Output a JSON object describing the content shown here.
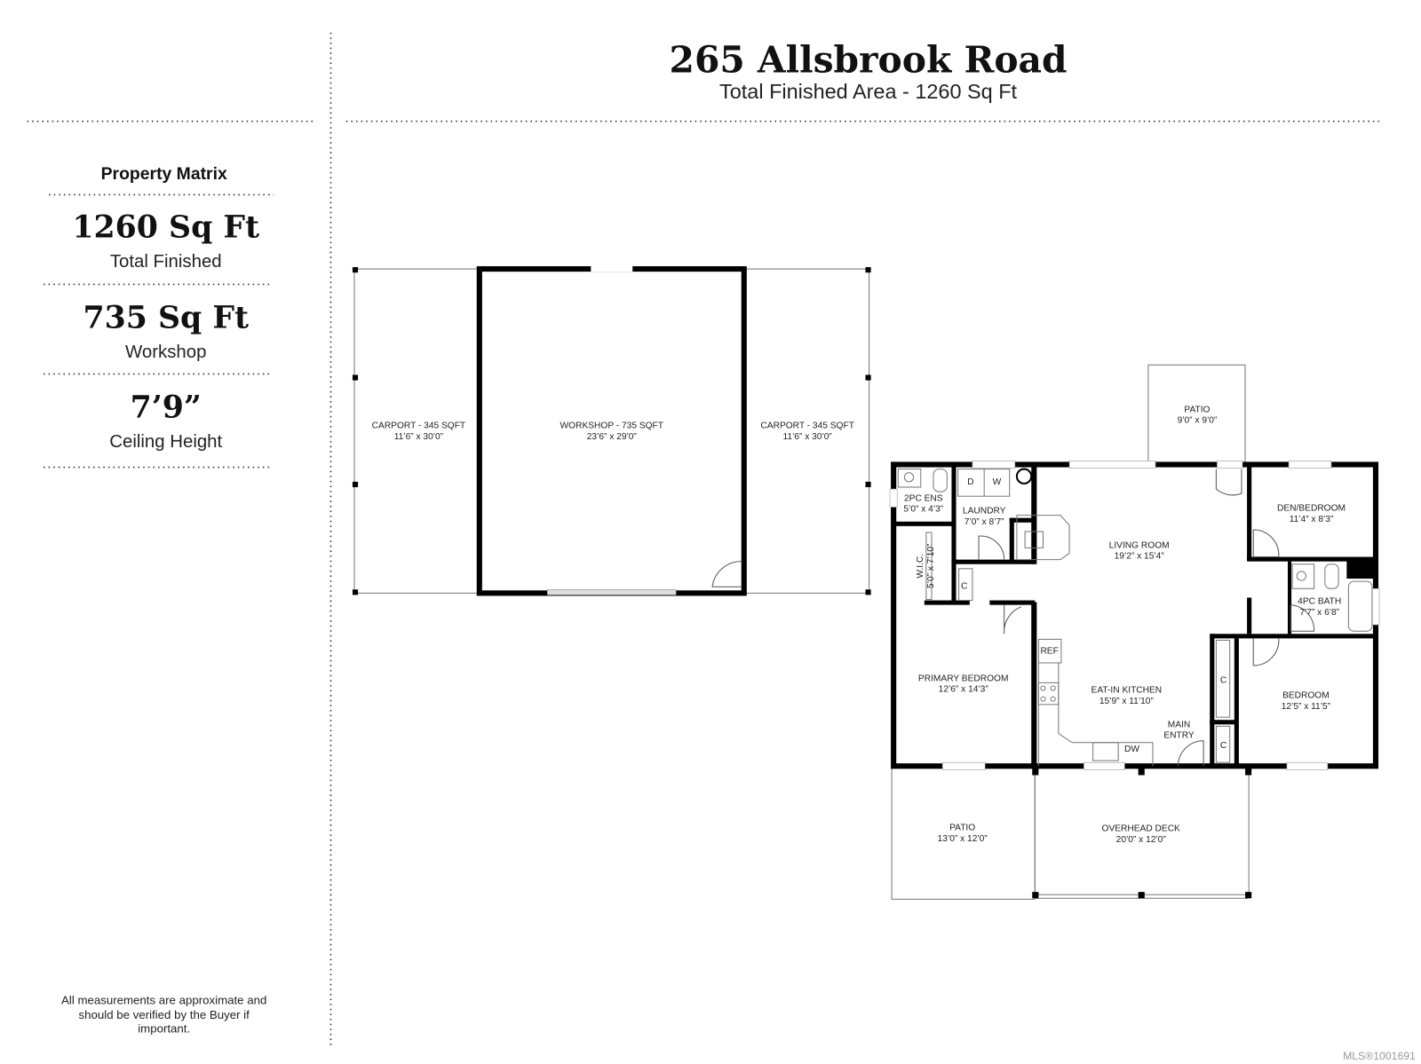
{
  "header": {
    "title": "265 Allsbrook Road",
    "subtitle": "Total Finished Area - 1260 Sq Ft"
  },
  "matrix": {
    "heading": "Property Matrix",
    "items": [
      {
        "value": "1260 Sq Ft",
        "label": "Total Finished"
      },
      {
        "value": "735 Sq Ft",
        "label": "Workshop"
      },
      {
        "value": "7’9”",
        "label": "Ceiling Height"
      }
    ],
    "disclaimer": [
      "All measurements are approximate and",
      "should be verified by the Buyer if",
      "important."
    ]
  },
  "rooms": {
    "carport_left": {
      "name": "CARPORT - 345 SQFT",
      "dim": "11’6” x 30’0”"
    },
    "workshop": {
      "name": "WORKSHOP - 735 SQFT",
      "dim": "23’6” x 29’0”"
    },
    "carport_right": {
      "name": "CARPORT - 345 SQFT",
      "dim": "11’6” x 30’0”"
    },
    "patio_top": {
      "name": "PATIO",
      "dim": "9’0” x 9’0”"
    },
    "ens": {
      "name": "2PC ENS",
      "dim": "5’0” x 4’3”"
    },
    "laundry": {
      "name": "LAUNDRY",
      "dim": "7’0” x 8’7”"
    },
    "wic": {
      "name": "W.I.C.",
      "dim": "5’0” x 7’10”"
    },
    "living": {
      "name": "LIVING ROOM",
      "dim": "19’2” x 15’4”"
    },
    "den": {
      "name": "DEN/BEDROOM",
      "dim": "11’4” x 8’3”"
    },
    "bath": {
      "name": "4PC BATH",
      "dim": "7’7” x 6’8”"
    },
    "primary": {
      "name": "PRIMARY BEDROOM",
      "dim": "12’6” x 14’3”"
    },
    "kitchen": {
      "name": "EAT-IN KITCHEN",
      "dim": "15’9” x 11’10”"
    },
    "entry": {
      "name": "MAIN",
      "name2": "ENTRY"
    },
    "bedroom": {
      "name": "BEDROOM",
      "dim": "12’5” x 11’5”"
    },
    "patio_bottom": {
      "name": "PATIO",
      "dim": "13’0” x 12’0”"
    },
    "deck": {
      "name": "OVERHEAD DECK",
      "dim": "20’0” x 12’0”"
    },
    "closet": "C",
    "dryer": "D",
    "washer": "W",
    "ref": "REF",
    "dw": "DW"
  },
  "footer": {
    "mls": "MLS®1001691"
  }
}
